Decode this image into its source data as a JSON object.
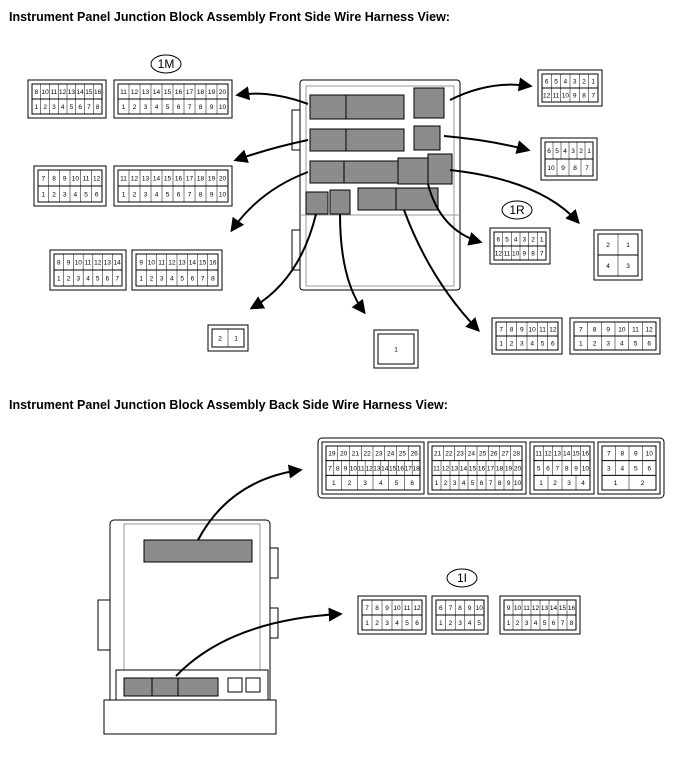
{
  "front": {
    "title": "Instrument Panel Junction Block Assembly Front Side Wire Harness View:",
    "label_1m": "1M",
    "label_1r": "1R"
  },
  "back": {
    "title": "Instrument Panel Junction Block Assembly Back Side Wire Harness View:",
    "label_1i": "1I"
  },
  "colors": {
    "stroke": "#000000",
    "shade": "#8c8c8c",
    "fill": "#ffffff"
  },
  "connectors": {
    "c1m_a": {
      "top": [
        "8",
        "10",
        "11",
        "12",
        "13",
        "14",
        "15",
        "16"
      ],
      "bottom": [
        "1",
        "2",
        "3",
        "4",
        "5",
        "6",
        "7",
        "8"
      ]
    },
    "c1m_b": {
      "top": [
        "11",
        "12",
        "13",
        "14",
        "15",
        "16",
        "17",
        "18",
        "19",
        "20"
      ],
      "bottom": [
        "1",
        "2",
        "3",
        "4",
        "5",
        "6",
        "7",
        "8",
        "9",
        "10"
      ]
    },
    "c2_a": {
      "top": [
        "7",
        "8",
        "9",
        "10",
        "11",
        "12"
      ],
      "bottom": [
        "1",
        "2",
        "3",
        "4",
        "5",
        "6"
      ]
    },
    "c2_b": {
      "top": [
        "11",
        "12",
        "13",
        "14",
        "15",
        "16",
        "17",
        "18",
        "19",
        "20"
      ],
      "bottom": [
        "1",
        "2",
        "3",
        "4",
        "5",
        "6",
        "7",
        "8",
        "9",
        "10"
      ]
    },
    "c3_a": {
      "top": [
        "8",
        "9",
        "10",
        "11",
        "12",
        "13",
        "14"
      ],
      "bottom": [
        "1",
        "2",
        "3",
        "4",
        "5",
        "6",
        "7"
      ]
    },
    "c3_b": {
      "top": [
        "9",
        "10",
        "11",
        "12",
        "13",
        "14",
        "15",
        "16"
      ],
      "bottom": [
        "1",
        "2",
        "3",
        "4",
        "5",
        "6",
        "7",
        "8"
      ]
    },
    "tr1": {
      "top": [
        "6",
        "5",
        "4",
        "3",
        "2",
        "1"
      ],
      "bottom": [
        "12",
        "11",
        "10",
        "9",
        "8",
        "7"
      ]
    },
    "tr2": {
      "top": [
        "6",
        "5",
        "4",
        "3",
        "2",
        "1"
      ],
      "bottom": [
        "10",
        "9",
        "8",
        "7"
      ]
    },
    "r1r": {
      "top": [
        "6",
        "5",
        "4",
        "3",
        "2",
        "1"
      ],
      "bottom": [
        "12",
        "11",
        "10",
        "9",
        "8",
        "7"
      ]
    },
    "c4": {
      "top": [
        "2",
        "1"
      ],
      "bottom": [
        "4",
        "3"
      ]
    },
    "c2pin": {
      "top": [
        "2",
        "1"
      ]
    },
    "c1pin": {
      "top": [
        "1"
      ]
    },
    "c6_a": {
      "top": [
        "7",
        "8",
        "9",
        "10",
        "11",
        "12"
      ],
      "bottom": [
        "1",
        "2",
        "3",
        "4",
        "5",
        "6"
      ]
    },
    "c6_b": {
      "top": [
        "7",
        "8",
        "9",
        "10",
        "11",
        "12"
      ],
      "bottom": [
        "1",
        "2",
        "3",
        "4",
        "5",
        "6"
      ]
    },
    "big1": {
      "r1": [
        "19",
        "20",
        "21",
        "22",
        "23",
        "24",
        "25",
        "26"
      ],
      "r2": [
        "7",
        "8",
        "9",
        "10",
        "11",
        "12",
        "13",
        "14",
        "15",
        "16",
        "17",
        "18"
      ],
      "r3": [
        "1",
        "2",
        "3",
        "4",
        "5",
        "6"
      ]
    },
    "big2": {
      "r1": [
        "21",
        "22",
        "23",
        "24",
        "25",
        "26",
        "27",
        "28"
      ],
      "r2": [
        "11",
        "12",
        "13",
        "14",
        "15",
        "16",
        "17",
        "18",
        "19",
        "20"
      ],
      "r3": [
        "1",
        "2",
        "3",
        "4",
        "5",
        "6",
        "7",
        "8",
        "9",
        "10"
      ]
    },
    "big3": {
      "r1": [
        "11",
        "12",
        "13",
        "14",
        "15",
        "16"
      ],
      "r2": [
        "5",
        "6",
        "7",
        "8",
        "9",
        "10"
      ],
      "r3": [
        "1",
        "2",
        "3",
        "4"
      ]
    },
    "big4": {
      "r1": [
        "7",
        "8",
        "9",
        "10"
      ],
      "r2": [
        "3",
        "4",
        "5",
        "6"
      ],
      "r3": [
        "1",
        "2"
      ]
    },
    "i1_a": {
      "top": [
        "7",
        "8",
        "9",
        "10",
        "11",
        "12"
      ],
      "bottom": [
        "1",
        "2",
        "3",
        "4",
        "5",
        "6"
      ]
    },
    "i1_b": {
      "top": [
        "6",
        "7",
        "8",
        "9",
        "10"
      ],
      "bottom": [
        "1",
        "2",
        "3",
        "4",
        "5"
      ]
    },
    "i1_c": {
      "top": [
        "9",
        "10",
        "11",
        "12",
        "13",
        "14",
        "15",
        "16"
      ],
      "bottom": [
        "1",
        "2",
        "3",
        "4",
        "5",
        "6",
        "7",
        "8"
      ]
    }
  }
}
